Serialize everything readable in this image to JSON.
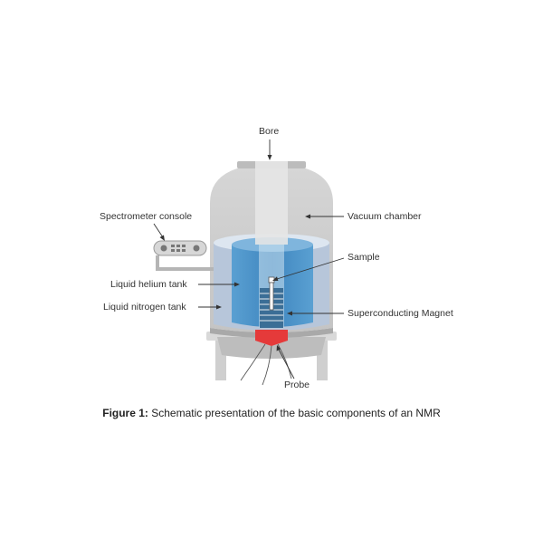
{
  "labels": {
    "bore": "Bore",
    "vacuum_chamber": "Vacuum chamber",
    "spectrometer_console": "Spectrometer console",
    "sample": "Sample",
    "liquid_helium_tank": "Liquid helium tank",
    "liquid_nitrogen_tank": "Liquid nitrogen tank",
    "superconducting_magnet": "Superconducting Magnet",
    "probe": "Probe"
  },
  "caption": {
    "prefix": "Figure 1:",
    "text": " Schematic presentation of the basic components of an NMR"
  },
  "colors": {
    "chamber": "#c9c9c9",
    "chamber_dark": "#a8a8a8",
    "nitrogen": "#b9c9dd",
    "helium": "#4f93c8",
    "bore": "#e4e4e4",
    "probe": "#e53a3a",
    "leader": "#333333"
  }
}
